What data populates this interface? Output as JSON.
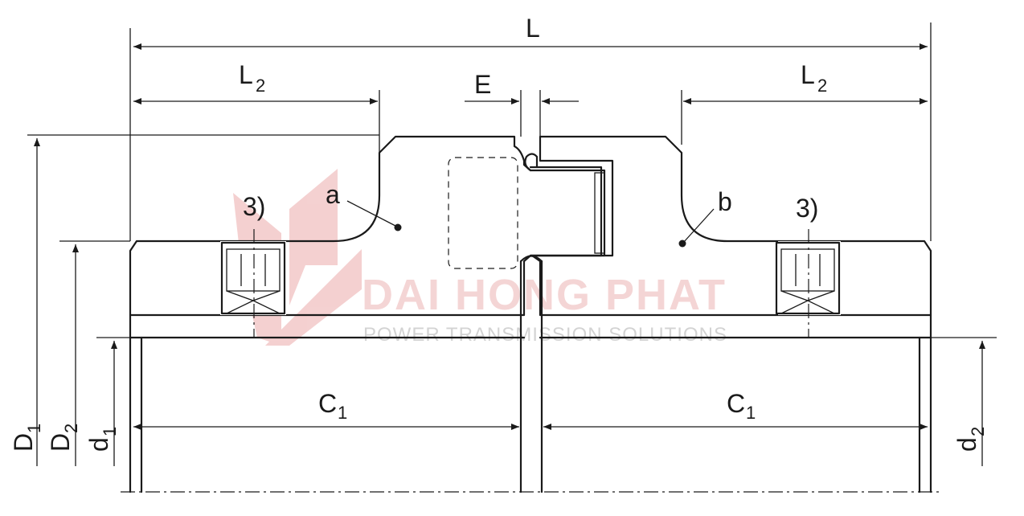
{
  "labels": {
    "L": "L",
    "L2_left": "L",
    "L2_left_sub": "2",
    "L2_right": "L",
    "L2_right_sub": "2",
    "E": "E",
    "a": "a",
    "b": "b",
    "note_left": "3)",
    "note_right": "3)",
    "C1_left": "C",
    "C1_left_sub": "1",
    "C1_right": "C",
    "C1_right_sub": "1",
    "D1": "D",
    "D1_sub": "1",
    "D2": "D",
    "D2_sub": "2",
    "d1": "d",
    "d1_sub": "1",
    "d2": "d",
    "d2_sub": "2"
  },
  "watermark": {
    "title": "DAI HONG PHAT",
    "subtitle": "POWER TRANSMISSION SOLUTIONS",
    "mark": "®",
    "color": "#e8a3a3"
  },
  "colors": {
    "line": "#1a1a1a",
    "background": "#ffffff"
  }
}
